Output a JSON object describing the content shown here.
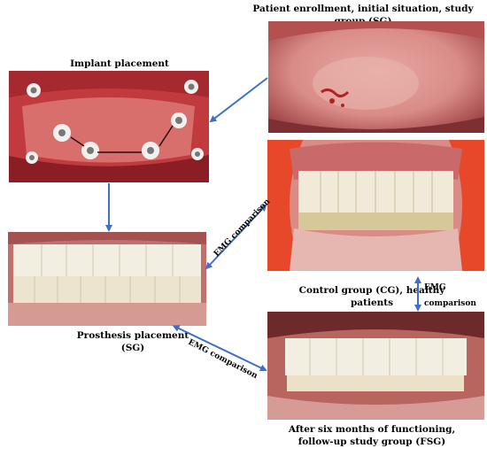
{
  "captions": {
    "top_right": "Patient enrollment, initial situation, study group (SG)",
    "implant": "Implant placement",
    "control_line1": "Control group (CG), healthy",
    "control_line2": "patients",
    "prosthesis_line1": "Prosthesis placement",
    "prosthesis_line2": "(SG)",
    "followup_line1": "After six months of functioning,",
    "followup_line2": "follow-up study group (FSG)"
  },
  "connectors": {
    "emg_left": "EMG comparison",
    "emg_right_line1": "EMG",
    "emg_right_line2": "comparison",
    "emg_bottom": "EMG comparison"
  },
  "colors": {
    "arrow": "#3f6fc8",
    "gum": "#c45a5e",
    "tooth": "#f2ead8",
    "cheek_retractor": "#e8482a"
  }
}
